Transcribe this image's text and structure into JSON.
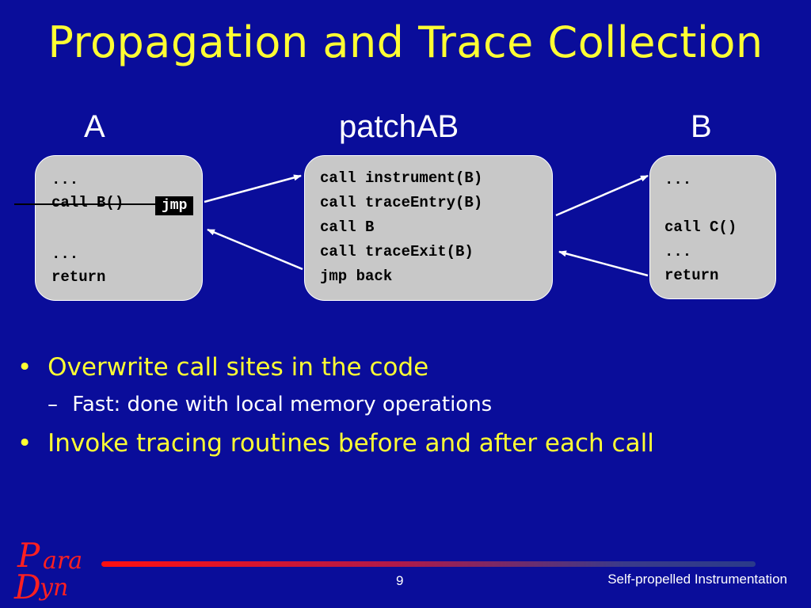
{
  "slide": {
    "title": "Propagation and Trace Collection",
    "labels": {
      "a": "A",
      "patch": "patchAB",
      "b": "B"
    },
    "box_a": {
      "lines": [
        "...",
        "call B()",
        "",
        "...",
        "return"
      ],
      "jmp": "jmp"
    },
    "box_patch": {
      "lines": [
        "call instrument(B)",
        "call traceEntry(B)",
        "call B",
        "call traceExit(B)",
        "jmp back"
      ]
    },
    "box_b": {
      "lines": [
        "...",
        "",
        "call C()",
        "...",
        "return"
      ]
    },
    "bullets": [
      {
        "text": "Overwrite call sites in the code",
        "sub": "Fast: done with local memory operations"
      },
      {
        "text": "Invoke tracing routines before and after each call"
      }
    ],
    "bullet_glyph": "•",
    "sub_glyph": "–",
    "footer": {
      "logo_top": "P",
      "logo_top_rest": "ara",
      "logo_bottom": "D",
      "logo_bottom_rest": "yn",
      "page_number": "9",
      "text": "Self-propelled Instrumentation"
    },
    "colors": {
      "background": "#0a0d9a",
      "title": "#ffff33",
      "box": "#c8c8c8"
    }
  }
}
